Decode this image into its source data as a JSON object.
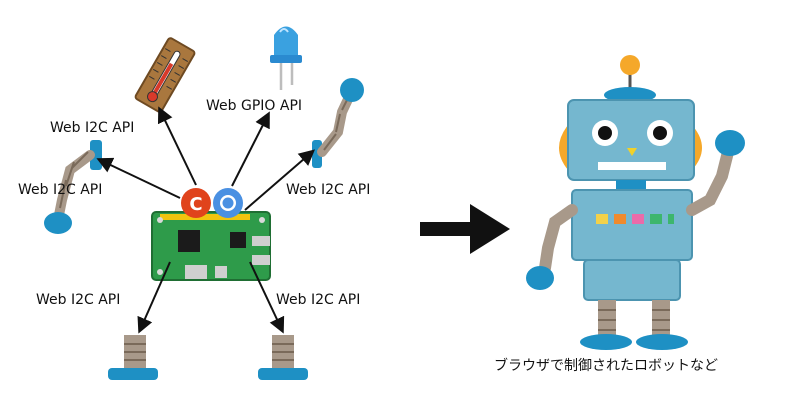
{
  "labels": {
    "i2c_upper_left": "Web I2C API",
    "i2c_left": "Web I2C API",
    "gpio": "Web GPIO API",
    "i2c_right": "Web I2C API",
    "i2c_lower_left": "Web I2C API",
    "i2c_lower_right": "Web I2C API"
  },
  "caption": "ブラウザで制御されたロボットなど",
  "colors": {
    "robot_body": "#75b7cf",
    "robot_body_edge": "#4c94b0",
    "accent_orange": "#f5a82a",
    "servo_blue": "#1e90c4",
    "joint_brown": "#a8998a",
    "board_green": "#2e9b4a",
    "arrow": "#111111"
  },
  "icons": [
    "thermometer-icon",
    "led-icon",
    "chirimen-logo-icon",
    "chrome-logo-icon",
    "raspberry-pi-board-icon",
    "robot-illustration"
  ]
}
